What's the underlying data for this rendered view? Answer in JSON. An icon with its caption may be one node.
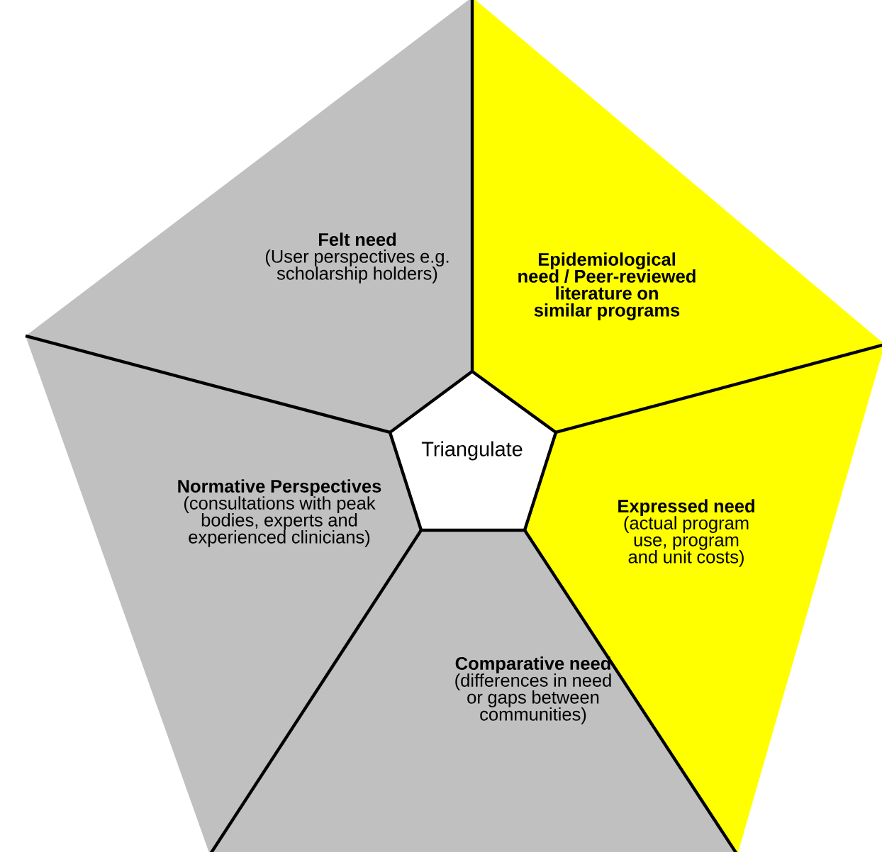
{
  "diagram": {
    "nodes": [
      {
        "text": [
          "Felt need",
          "(User perspectives e.g. scholarship holders)"
        ]
      },
      {
        "text": [
          "Epidemiological need / Peer-reviewed literature on similar programs"
        ]
      },
      {
        "text": [
          "Normative Perspectives",
          "(consultations with peak bodies, experts and experienced clinicians)"
        ]
      },
      {
        "text": [
          "Triangulate"
        ]
      },
      {
        "text": [
          "Expressed need",
          "(actual program use, program and unit costs)"
        ]
      },
      {
        "text": [
          "Comparative need",
          "(differences in need or gaps between communities)"
        ]
      }
    ]
  }
}
